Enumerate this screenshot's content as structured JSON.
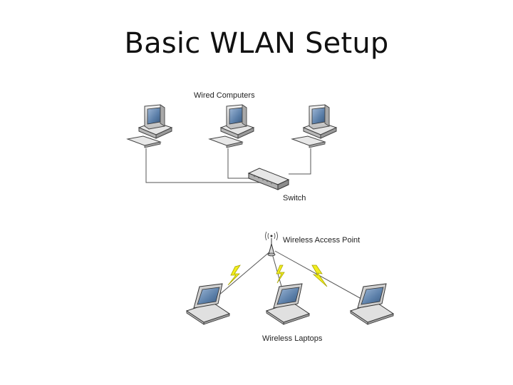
{
  "title": "Basic WLAN Setup",
  "labels": {
    "wired_computers": "Wired Computers",
    "switch": "Switch",
    "access_point": "Wireless Access Point",
    "laptops": "Wireless Laptops"
  },
  "colors": {
    "wire": "#555555",
    "lightning": "#f2ee1e",
    "lightning_outline": "#a8a400",
    "device_body": "#d8d8d8",
    "screen": "#5a7ea8"
  }
}
